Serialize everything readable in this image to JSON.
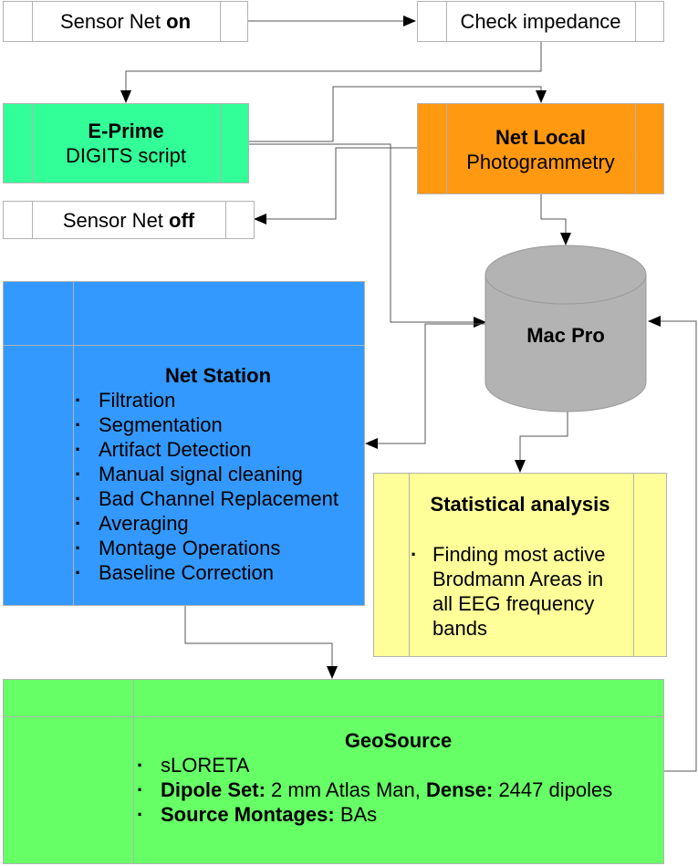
{
  "colors": {
    "white_box": "#ffffff",
    "eprime": "#33ff99",
    "netlocal": "#ff9911",
    "netstation": "#3399ff",
    "mac": "#b3b3b3",
    "stats": "#ffff99",
    "geosource": "#66ff66",
    "connector": "#555555",
    "border": "#b3b3b3"
  },
  "sensor_on": {
    "text": "Sensor Net ",
    "bold": "on"
  },
  "check_impedance": {
    "text": "Check impedance"
  },
  "eprime": {
    "title": "E-Prime",
    "subtitle": "DIGITS script"
  },
  "netlocal": {
    "title": "Net Local",
    "subtitle": "Photogrammetry"
  },
  "sensor_off": {
    "text": "Sensor Net ",
    "bold": "off"
  },
  "macpro": {
    "label": "Mac Pro"
  },
  "netstation": {
    "title": "Net Station",
    "items": [
      "Filtration",
      "Segmentation",
      "Artifact Detection",
      "Manual signal cleaning",
      "Bad Channel Replacement",
      "Averaging",
      "Montage Operations",
      "Baseline Correction"
    ]
  },
  "stats": {
    "title": "Statistical analysis",
    "item_lines": [
      "Finding most active",
      "Brodmann Areas in",
      "all EEG frequency",
      "bands"
    ]
  },
  "geosource": {
    "title": "GeoSource",
    "item1": "sLORETA",
    "item2": {
      "label": "Dipole Set:",
      "value": " 2 mm Atlas Man, ",
      "label2": "Dense:",
      "value2": " 2447 dipoles"
    },
    "item3": {
      "label": "Source Montages:",
      "value": " BAs"
    }
  }
}
